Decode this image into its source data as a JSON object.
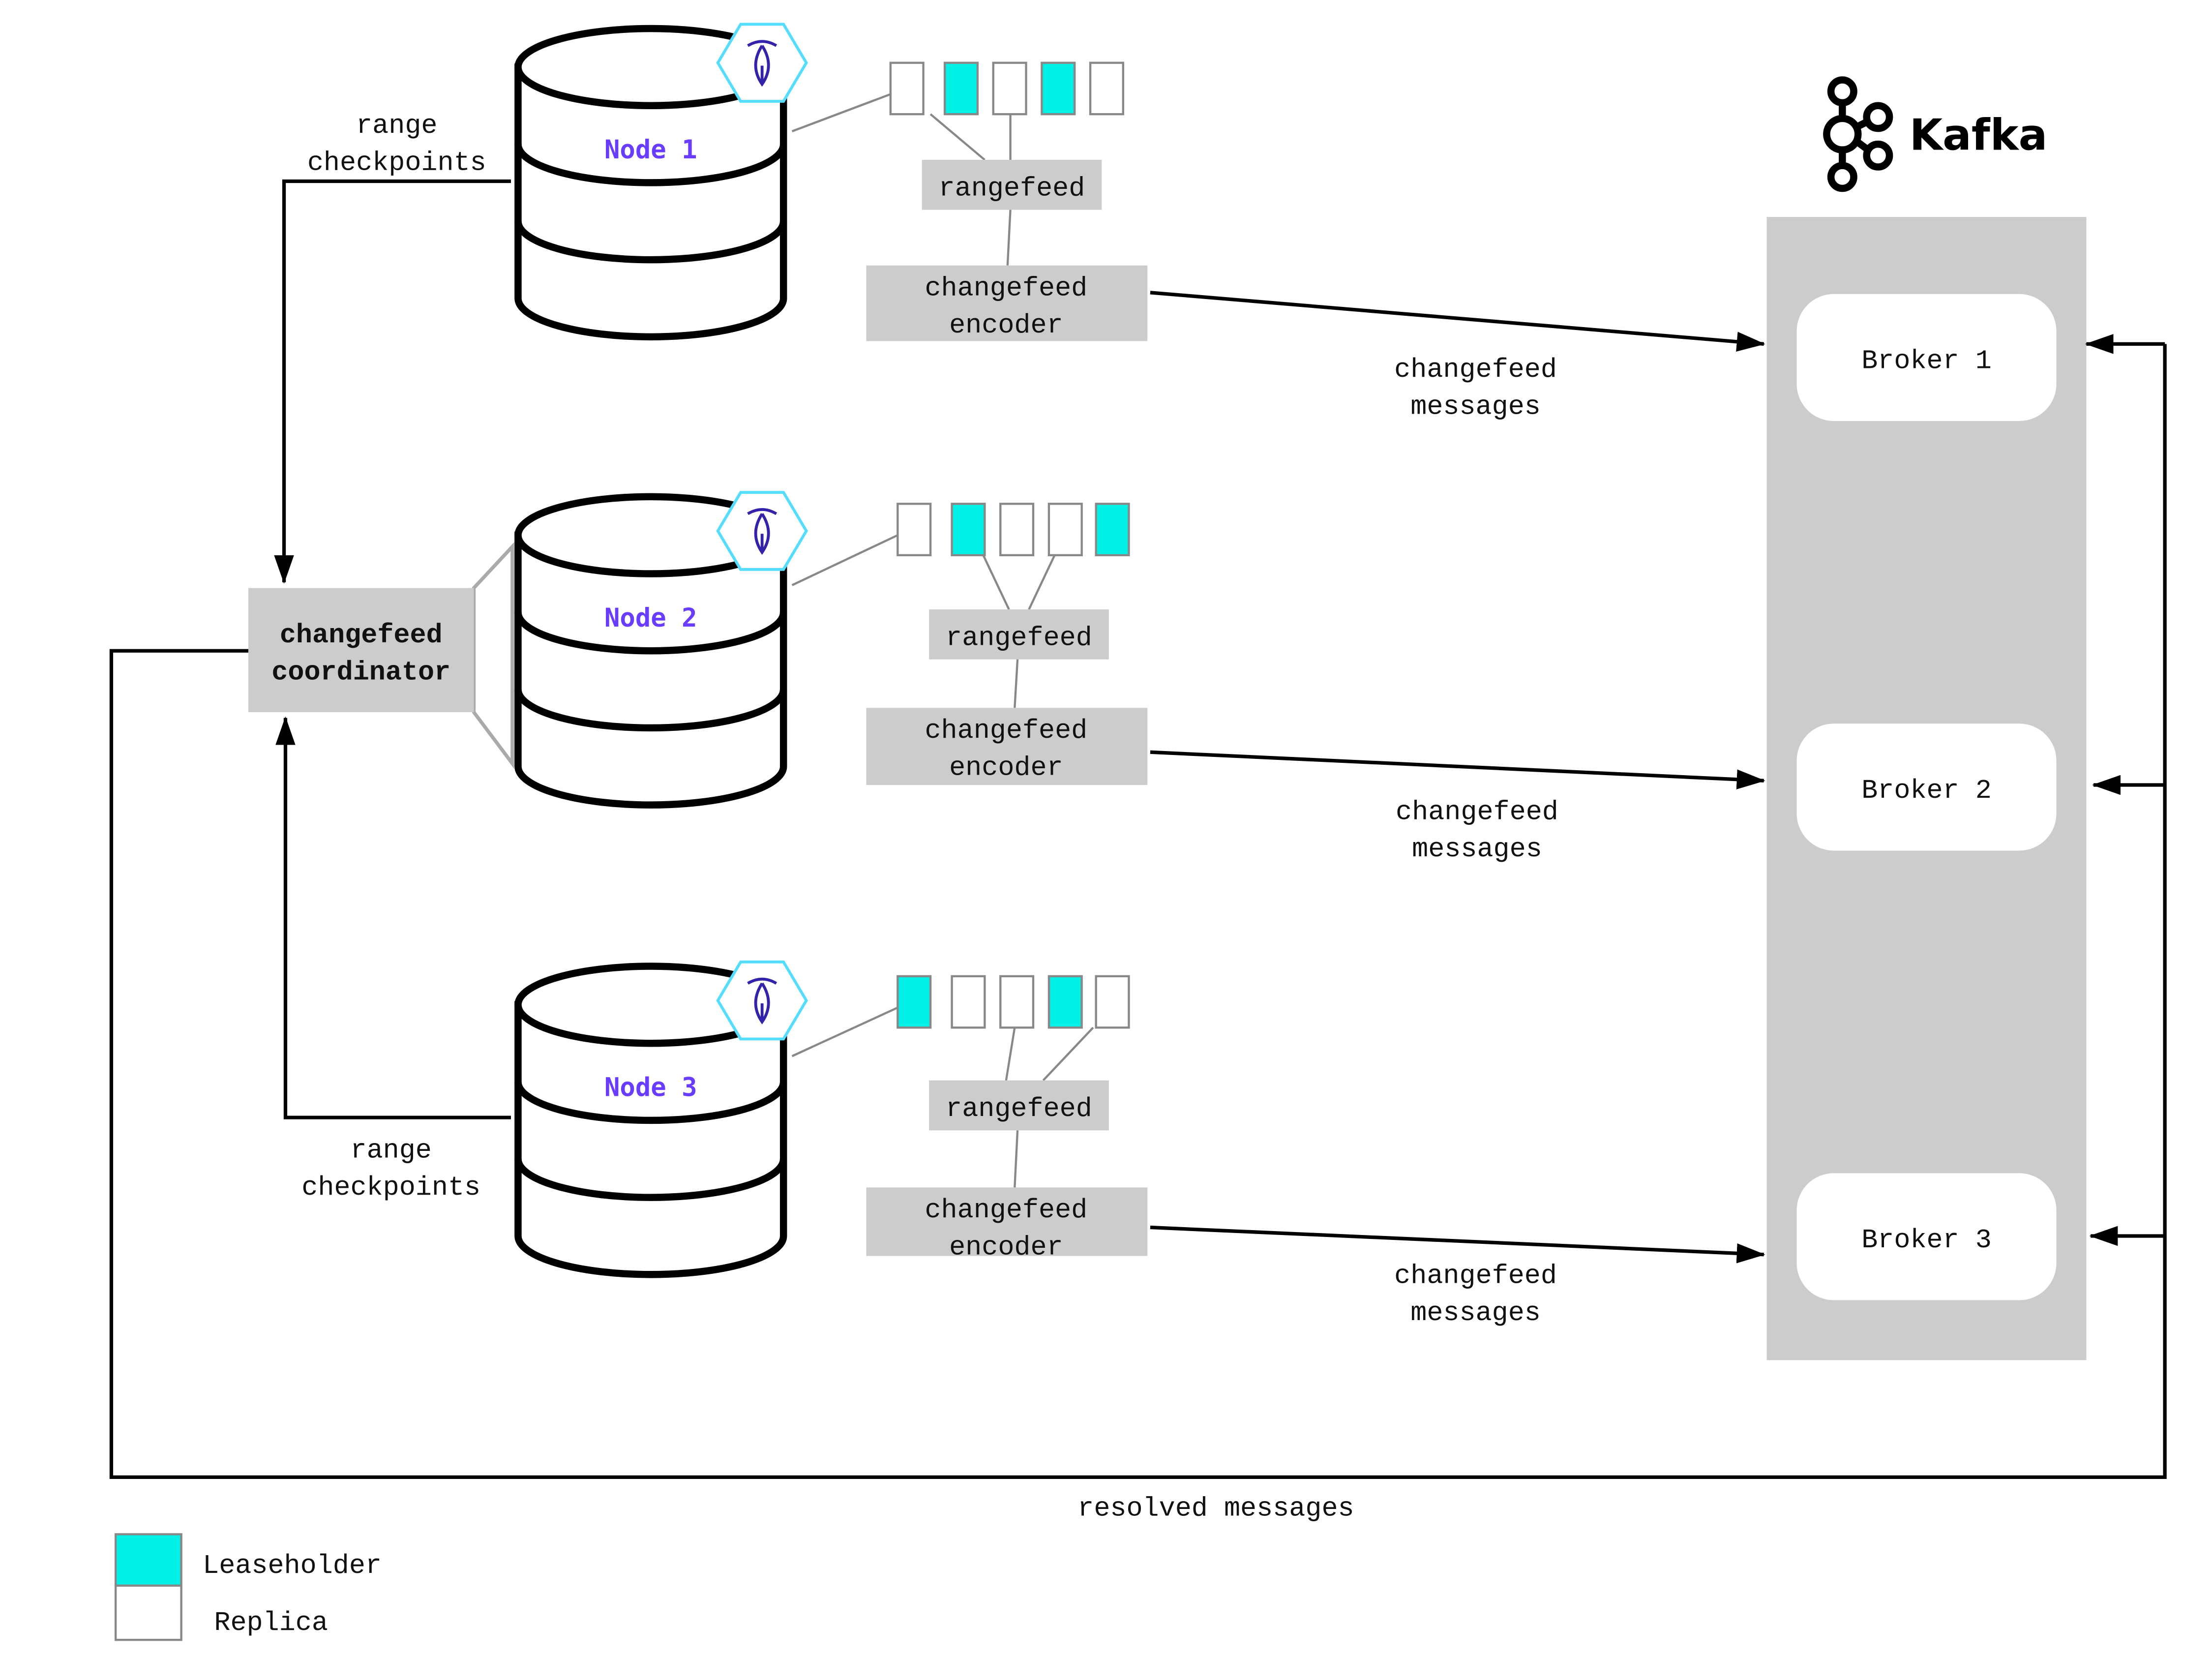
{
  "nodes": [
    {
      "label": "Node 1",
      "replicas": [
        "replica",
        "leaseholder",
        "replica",
        "leaseholder",
        "replica"
      ],
      "rangefeed": "rangefeed",
      "encoder": [
        "changefeed",
        "encoder"
      ],
      "messages": [
        "changefeed",
        "messages"
      ]
    },
    {
      "label": "Node 2",
      "replicas": [
        "replica",
        "leaseholder",
        "replica",
        "replica",
        "leaseholder"
      ],
      "rangefeed": "rangefeed",
      "encoder": [
        "changefeed",
        "encoder"
      ],
      "messages": [
        "changefeed",
        "messages"
      ]
    },
    {
      "label": "Node 3",
      "replicas": [
        "leaseholder",
        "replica",
        "replica",
        "leaseholder",
        "replica"
      ],
      "rangefeed": "rangefeed",
      "encoder": [
        "changefeed",
        "encoder"
      ],
      "messages": [
        "changefeed",
        "messages"
      ]
    }
  ],
  "node_icon": "cockroachdb-hexagon-icon",
  "coordinator": [
    "changefeed",
    "coordinator"
  ],
  "range_checkpoints_top": [
    "range",
    "checkpoints"
  ],
  "range_checkpoints_bottom": [
    "range",
    "checkpoints"
  ],
  "kafka": {
    "logo_text": "Kafka",
    "brokers": [
      "Broker 1",
      "Broker 2",
      "Broker 3"
    ]
  },
  "resolved_messages": "resolved messages",
  "legend": [
    {
      "label": "Leaseholder",
      "color": "#00f2e6"
    },
    {
      "label": "Replica",
      "color": "#ffffff"
    }
  ],
  "colors": {
    "node_label": "#6a3cff",
    "leaseholder": "#00f2e6",
    "box_gray": "#cccccc"
  }
}
